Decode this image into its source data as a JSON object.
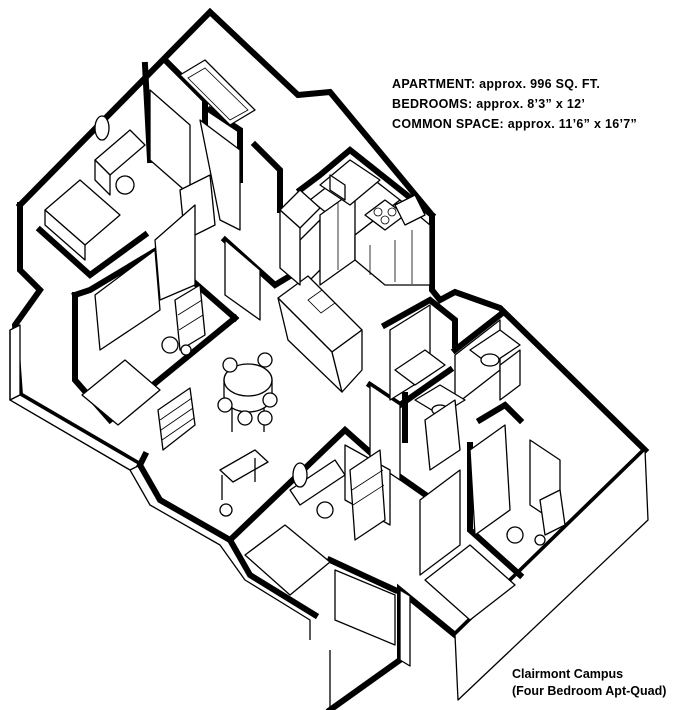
{
  "stats": {
    "apartment": "APARTMENT:  approx. 996 SQ. FT.",
    "bedrooms": "BEDROOMS:  approx. 8’3” x 12’",
    "common_space": "COMMON SPACE:  approx. 11’6” x 16’7”"
  },
  "caption": {
    "line1": "Clairmont Campus",
    "line2": "(Four Bedroom Apt-Quad)"
  }
}
